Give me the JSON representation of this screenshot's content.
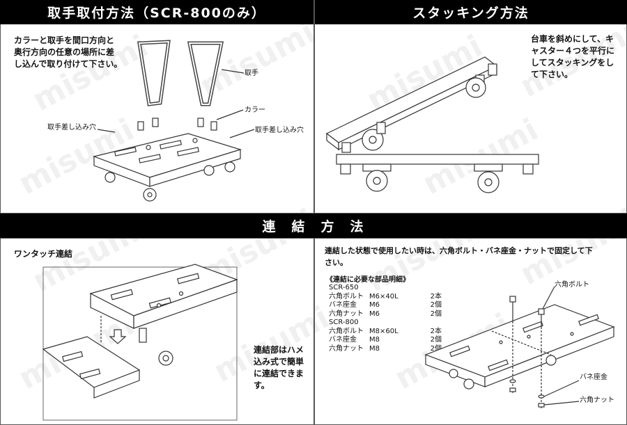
{
  "panels": {
    "handle": {
      "title": "取手取付方法（SCR-800のみ）",
      "instructions": [
        "カラーと取手を間口方向と",
        "奥行方向の任意の場所に差",
        "し込んで取り付けて下さい。"
      ],
      "labels": {
        "handle": "取手",
        "collar": "カラー",
        "hole_left": "取手差し込み穴",
        "hole_right": "取手差し込み穴"
      }
    },
    "stacking": {
      "title": "スタッキング方法",
      "instructions": [
        "台車を斜めにして、キ",
        "ャスター４つを平行に",
        "してスタッキングをし",
        "て下さい。"
      ]
    },
    "connection": {
      "title": "連　結　方　法",
      "one_touch": {
        "subtitle": "ワンタッチ連結",
        "note": [
          "連結部はハメ",
          "込み式で簡単",
          "に連結できま",
          "す。"
        ]
      },
      "fixed": {
        "instructions": [
          "連結した状態で使用したい時は、六角ボルト・バネ座金・ナットで固定して下",
          "さい。"
        ],
        "parts_title": "《連結に必要な部品明細》",
        "models": [
          {
            "name": "SCR-650",
            "parts": [
              {
                "name": "六角ボルト",
                "size": "M6×40L",
                "qty": "2",
                "unit": "本"
              },
              {
                "name": "バネ座金",
                "size": "M6",
                "qty": "2",
                "unit": "個"
              },
              {
                "name": "六角ナット",
                "size": "M6",
                "qty": "2",
                "unit": "個"
              }
            ]
          },
          {
            "name": "SCR-800",
            "parts": [
              {
                "name": "六角ボルト",
                "size": "M8×60L",
                "qty": "2",
                "unit": "本"
              },
              {
                "name": "バネ座金",
                "size": "M8",
                "qty": "2",
                "unit": "個"
              },
              {
                "name": "六角ナット",
                "size": "M8",
                "qty": "2",
                "unit": "個"
              }
            ]
          }
        ],
        "labels": {
          "bolt": "六角ボルト",
          "washer": "バネ座金",
          "nut": "六角ナット"
        }
      }
    }
  },
  "watermark": "misumi"
}
